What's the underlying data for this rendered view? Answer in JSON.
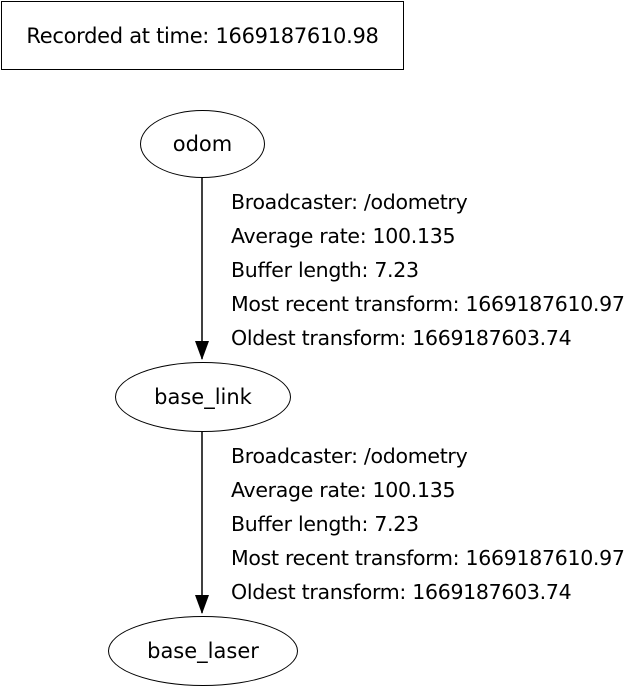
{
  "header": {
    "recorded_label": "Recorded at time: 1669187610.98"
  },
  "nodes": [
    {
      "label": "odom"
    },
    {
      "label": "base_link"
    },
    {
      "label": "base_laser"
    }
  ],
  "edges": [
    {
      "from": "odom",
      "to": "base_link",
      "broadcaster": "Broadcaster: /odometry",
      "average_rate": "Average rate: 100.135",
      "buffer_length": "Buffer length: 7.23",
      "most_recent": "Most recent transform: 1669187610.97",
      "oldest": "Oldest transform: 1669187603.74"
    },
    {
      "from": "base_link",
      "to": "base_laser",
      "broadcaster": "Broadcaster: /odometry",
      "average_rate": "Average rate: 100.135",
      "buffer_length": "Buffer length: 7.23",
      "most_recent": "Most recent transform: 1669187610.97",
      "oldest": "Oldest transform: 1669187603.74"
    }
  ]
}
